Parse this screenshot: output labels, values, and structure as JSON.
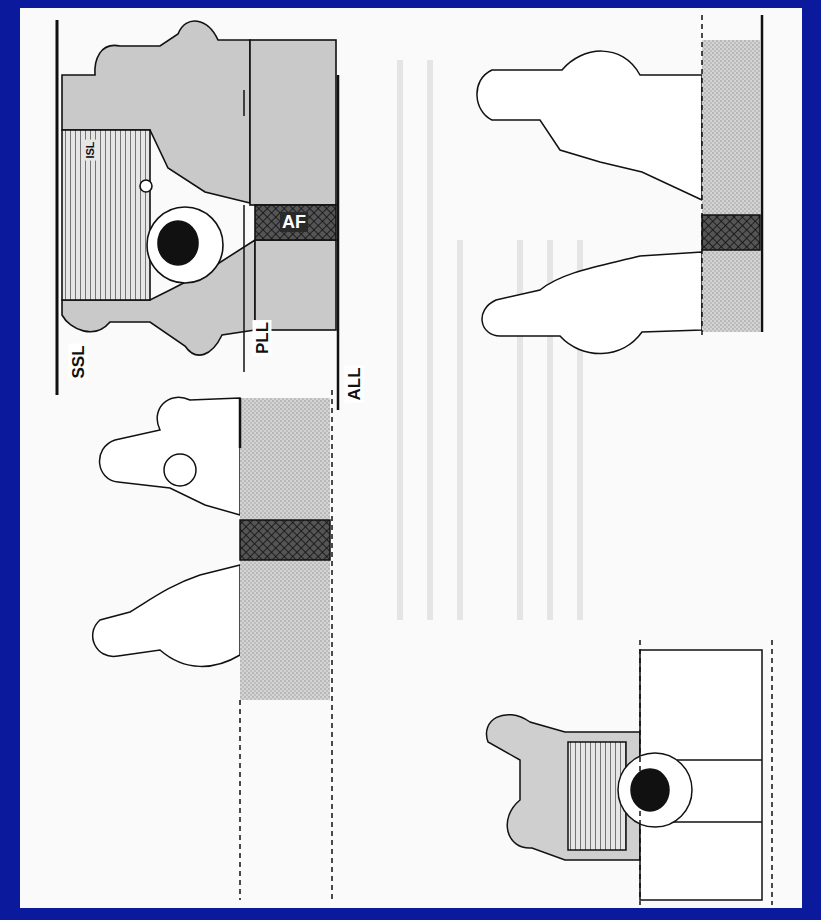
{
  "diagram": {
    "labels": [
      "SSL",
      "PLL",
      "ALL",
      "AF",
      "ISL"
    ]
  }
}
